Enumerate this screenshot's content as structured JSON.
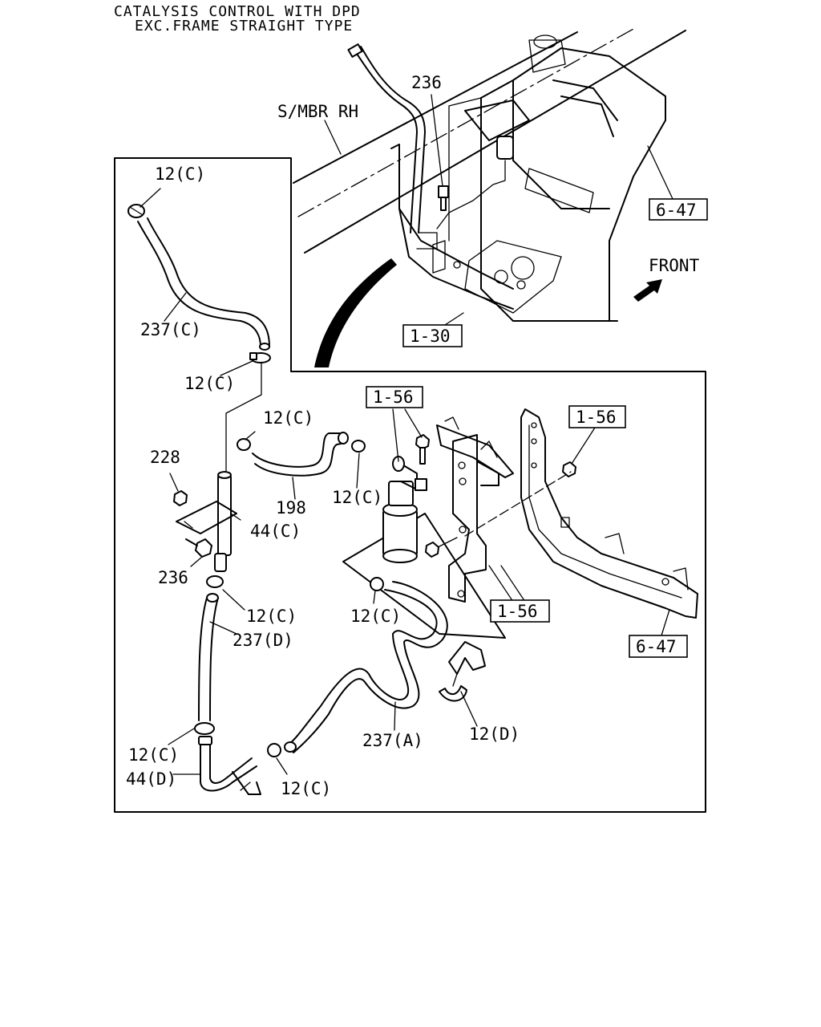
{
  "title": {
    "line1": "CATALYSIS CONTROL WITH DPD",
    "line2": "EXC.FRAME STRAIGHT TYPE"
  },
  "labels": {
    "smbr": "S/MBR RH",
    "front": "FRONT",
    "p236_top": "236",
    "p236_left": "236",
    "ref_647_top": "6-47",
    "ref_647_bottom": "6-47",
    "ref_130": "1-30",
    "ref_156_a": "1-56",
    "ref_156_b": "1-56",
    "ref_156_c": "1-56",
    "p12c_1": "12(C)",
    "p12c_2": "12(C)",
    "p12c_3": "12(C)",
    "p12c_4": "12(C)",
    "p12c_5": "12(C)",
    "p12c_6": "12(C)",
    "p12c_7": "12(C)",
    "p12c_8": "12(C)",
    "p12d": "12(D)",
    "p237c": "237(C)",
    "p237d": "237(D)",
    "p237a": "237(A)",
    "p228": "228",
    "p198": "198",
    "p44c": "44(C)",
    "p44d": "44(D)"
  }
}
